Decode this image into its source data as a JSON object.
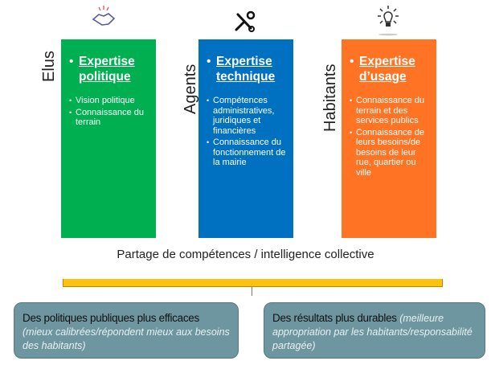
{
  "columns": [
    {
      "role": "Elus",
      "title": "Expertise politique",
      "items": [
        "Vision politique",
        "Connaissance du terrain"
      ],
      "color": "#00b050",
      "icon": "handshake-icon"
    },
    {
      "role": "Agents",
      "title": "Expertise technique",
      "items": [
        "Compétences administratives, juridiques et financières",
        "Connaissance du fonctionnement de la mairie"
      ],
      "color": "#0070c0",
      "icon": "tools-icon"
    },
    {
      "role": "Habitants",
      "title": "Expertise d’usage",
      "items": [
        "Connaissance du terrain et des services publics",
        "Connaissance de leurs besoins/de besoins de leur rue, quartier ou ville"
      ],
      "color": "#ff7424",
      "icon": "lightbulb-icon"
    }
  ],
  "partage": "Partage de compétences / intelligence collective",
  "outcomes": [
    {
      "main": "Des politiques publiques plus efficaces",
      "detail": "(mieux calibrées/répondent mieux aux besoins des habitants)"
    },
    {
      "main": "Des résultats plus durables",
      "detail": "(meilleure appropriation par les habitants/responsabilité partagée)"
    }
  ]
}
